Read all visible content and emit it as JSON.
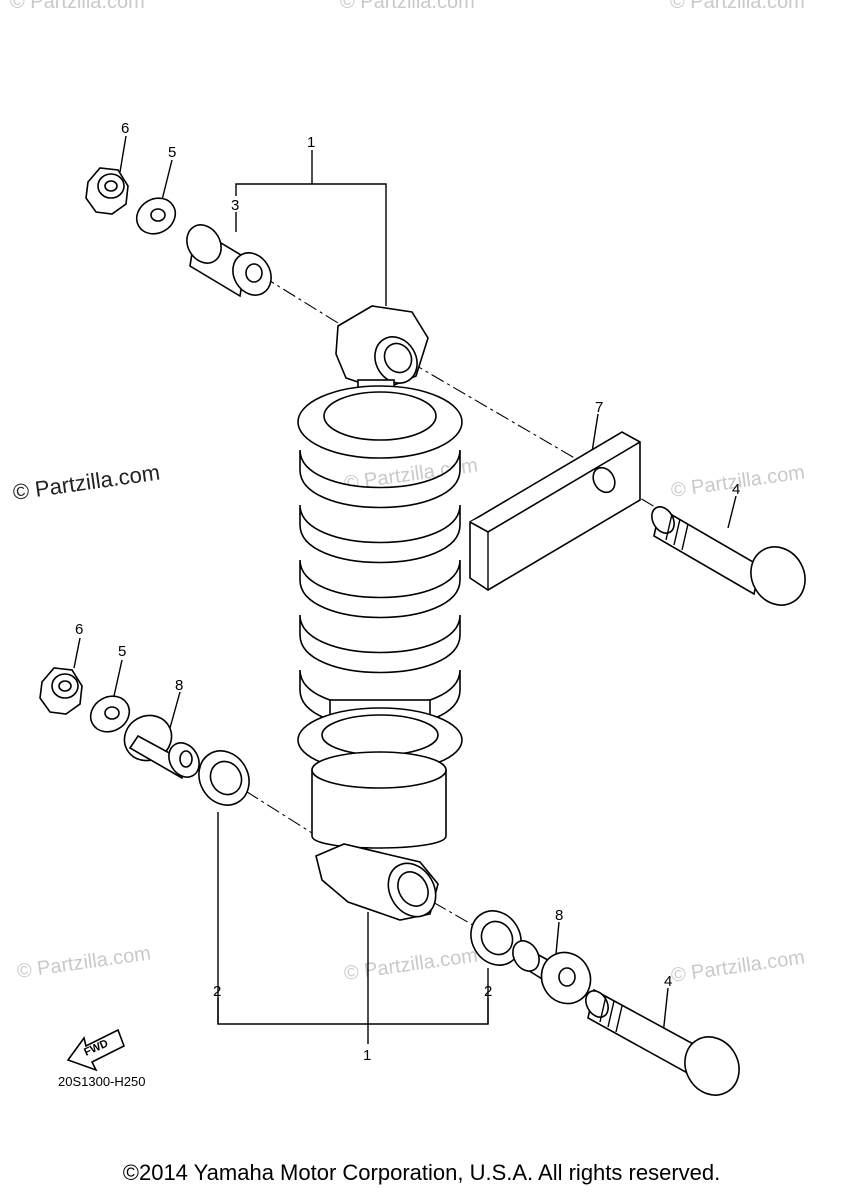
{
  "diagram": {
    "callouts": {
      "c1_top": "1",
      "c1_bottom": "1",
      "c2_left": "2",
      "c2_right": "2",
      "c3": "3",
      "c4_top": "4",
      "c4_bottom": "4",
      "c5_top": "5",
      "c5_bottom": "5",
      "c6_top": "6",
      "c6_bottom": "6",
      "c7": "7",
      "c8_left": "8",
      "c8_right": "8"
    },
    "fwd_label": "FWD",
    "diagram_code": "20S1300-H250"
  },
  "watermark": {
    "main": "© Partzilla.com",
    "faint": "© Partzilla.com"
  },
  "footer": {
    "copyright": "©2014 Yamaha Motor Corporation, U.S.A. All rights reserved."
  }
}
